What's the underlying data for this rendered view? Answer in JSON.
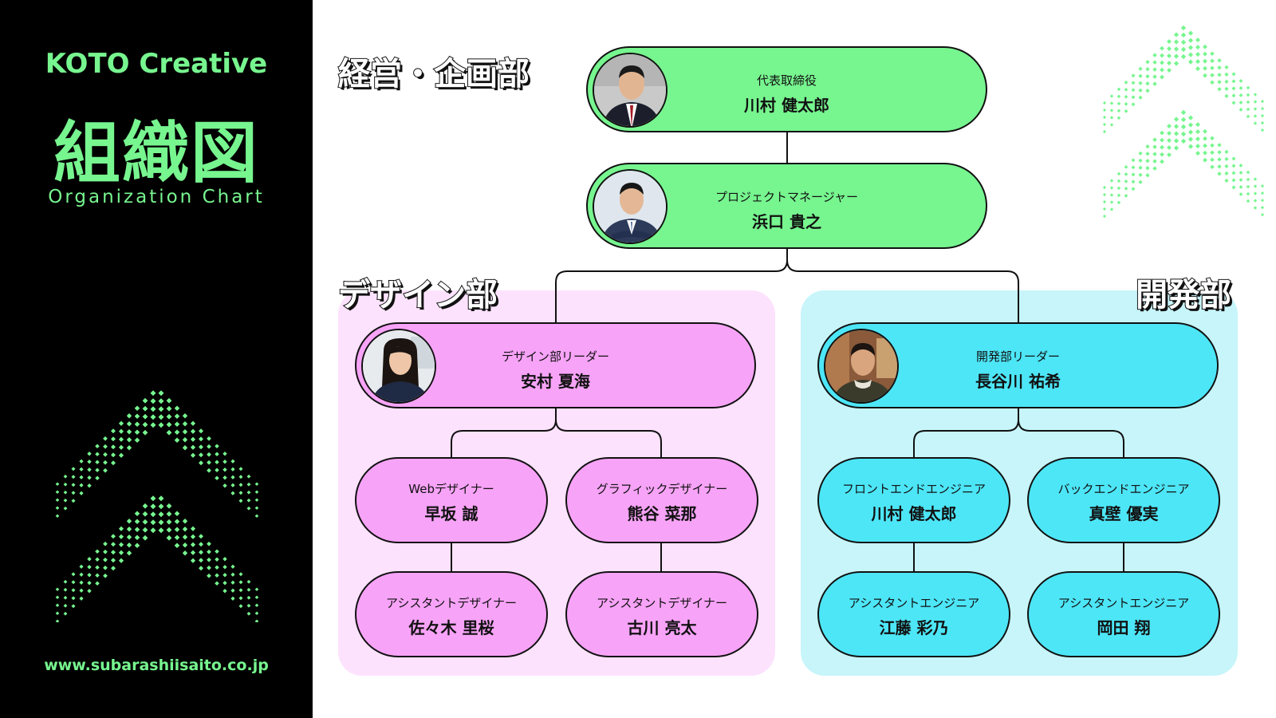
{
  "brand": "KOTO Creative",
  "title": "組織図",
  "subtitle": "Organization Chart",
  "website": "www.subarashiisaito.co.jp",
  "colors": {
    "accent": "#77f58f",
    "management": "#77f58f",
    "design": "#f7a3f7",
    "design_panel": "#fde2fd",
    "dev": "#4de6f7",
    "dev_panel": "#c7f5fa"
  },
  "departments": {
    "management": "経営・企画部",
    "design": "デザイン部",
    "dev": "開発部"
  },
  "cards": {
    "ceo": {
      "role": "代表取締役",
      "name": "川村 健太郎"
    },
    "pm": {
      "role": "プロジェクトマネージャー",
      "name": "浜口 貴之"
    },
    "design_leader": {
      "role": "デザイン部リーダー",
      "name": "安村 夏海"
    },
    "dev_leader": {
      "role": "開発部リーダー",
      "name": "長谷川 祐希"
    },
    "web_designer": {
      "role": "Webデザイナー",
      "name": "早坂 誠"
    },
    "graphic_designer": {
      "role": "グラフィックデザイナー",
      "name": "熊谷 菜那"
    },
    "asst_designer_1": {
      "role": "アシスタントデザイナー",
      "name": "佐々木 里桜"
    },
    "asst_designer_2": {
      "role": "アシスタントデザイナー",
      "name": "古川 亮太"
    },
    "frontend": {
      "role": "フロントエンドエンジニア",
      "name": "川村 健太郎"
    },
    "backend": {
      "role": "バックエンドエンジニア",
      "name": "真壁 優実"
    },
    "asst_engineer_1": {
      "role": "アシスタントエンジニア",
      "name": "江藤 彩乃"
    },
    "asst_engineer_2": {
      "role": "アシスタントエンジニア",
      "name": "岡田 翔"
    }
  }
}
